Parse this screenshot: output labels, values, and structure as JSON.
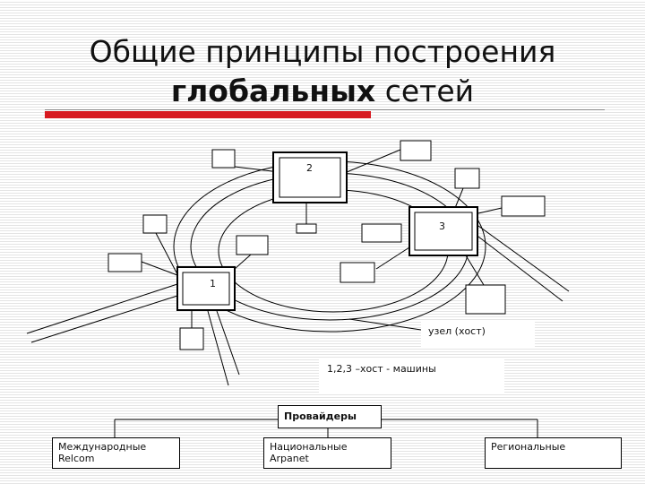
{
  "slide": {
    "title_line1": "Общие принципы построения",
    "title_line2_bold": "глобальных",
    "title_line2_rest": " сетей"
  },
  "hosts": [
    {
      "label": "2"
    },
    {
      "label": "3"
    },
    {
      "label": "1"
    }
  ],
  "callouts": {
    "node": "узел (хост)",
    "hosts": "1,2,3 –хост - машины"
  },
  "providers": {
    "root": "Провайдеры",
    "children": [
      {
        "line1": "Международные",
        "line2": "Relcom"
      },
      {
        "line1": "Национальные",
        "line2": "Arpanet"
      },
      {
        "line1": "Региональные",
        "line2": ""
      }
    ]
  },
  "colors": {
    "accent_red": "#d71920",
    "rule_gray": "#8a8a8a"
  }
}
